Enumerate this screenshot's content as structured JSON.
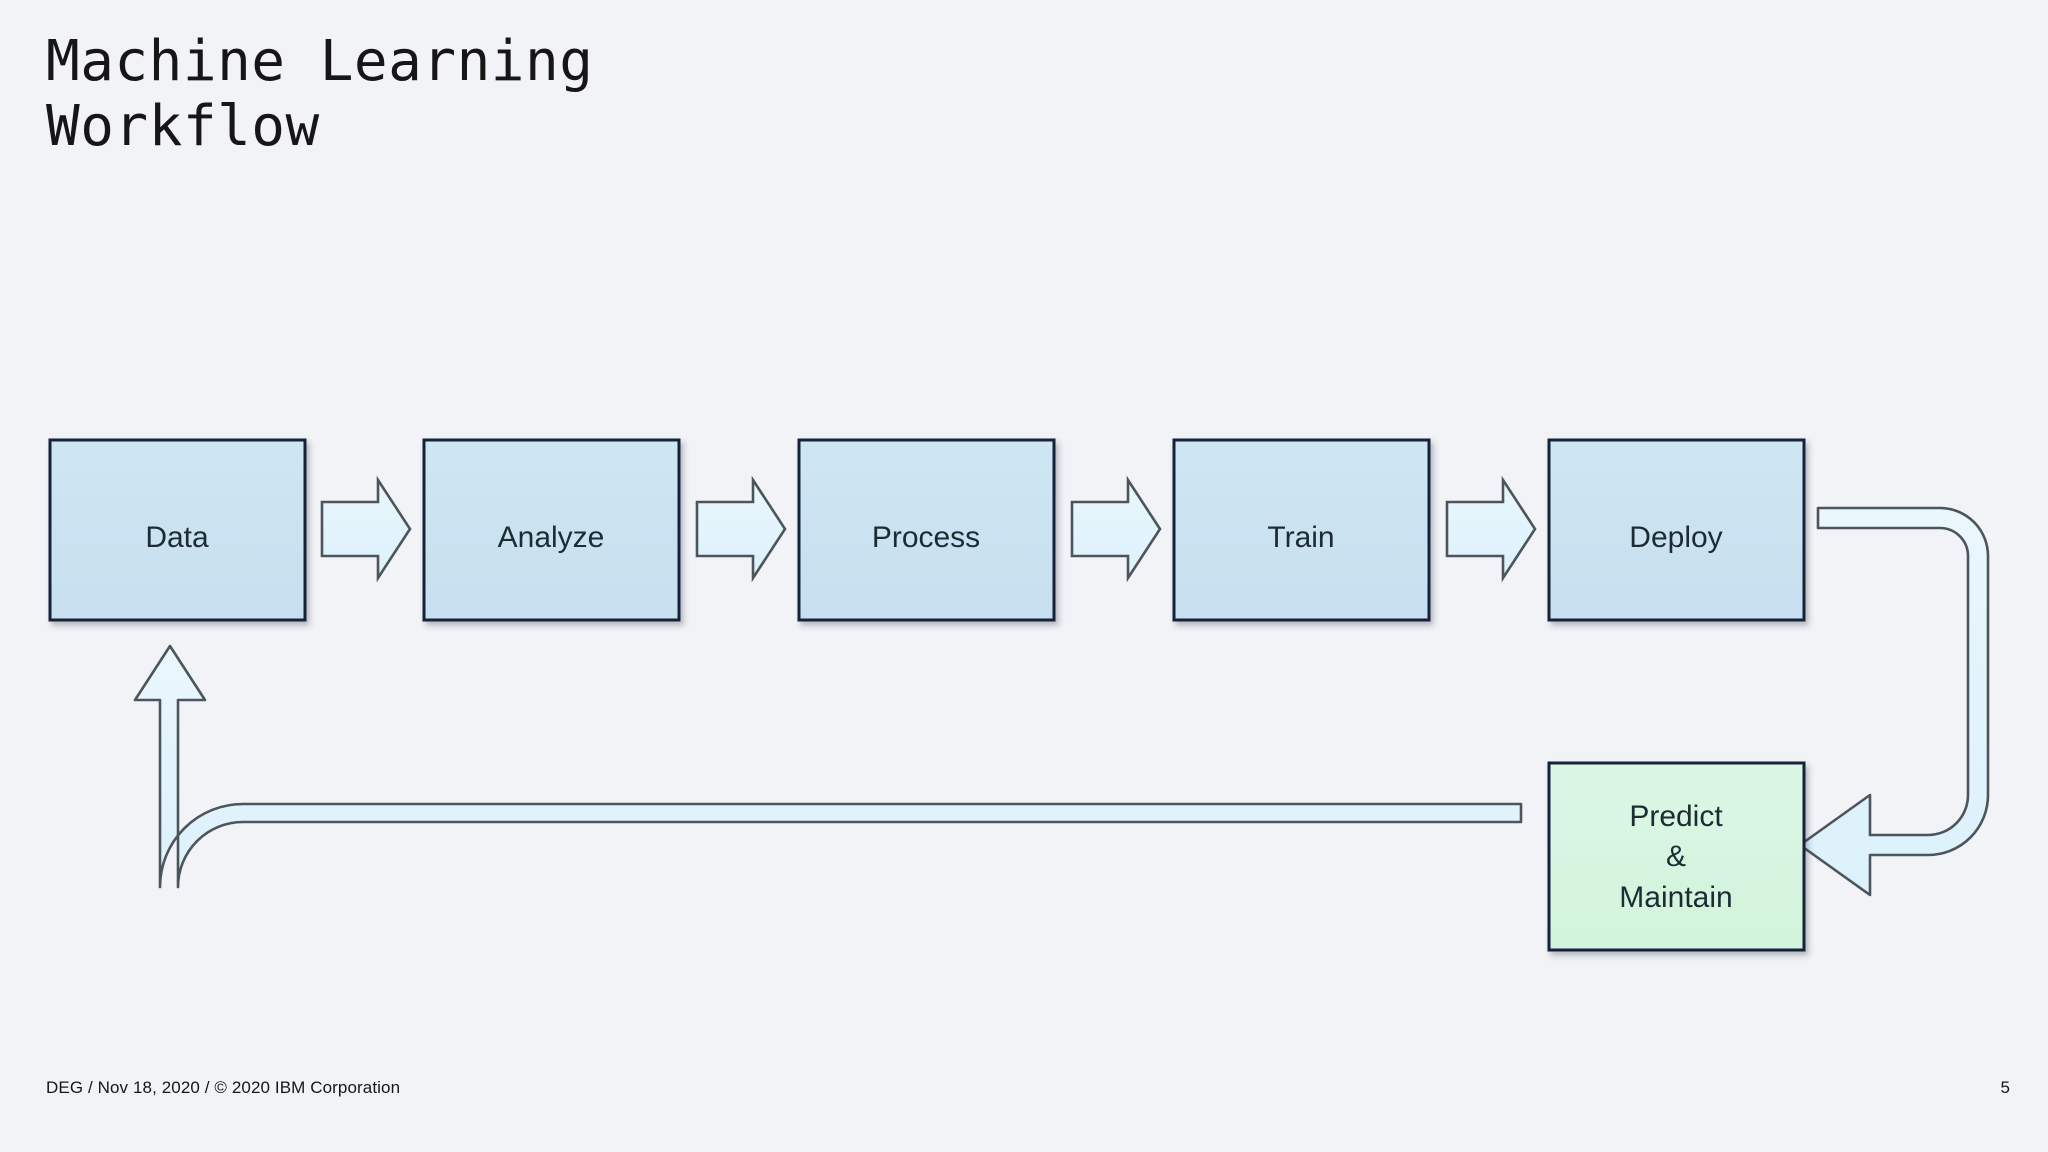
{
  "slide": {
    "title": "Machine Learning\nWorkflow",
    "background_color": "#f1f3f6"
  },
  "diagram": {
    "type": "flowchart",
    "stage_fill": "#cbe3f1",
    "stage_stroke": "#16243a",
    "terminal_fill": "#d5f5de",
    "terminal_stroke": "#16243a",
    "arrow_fill": "#e2f3fc",
    "arrow_stroke": "#4c555c",
    "nodes": [
      {
        "id": "data",
        "label": "Data",
        "kind": "stage"
      },
      {
        "id": "analyze",
        "label": "Analyze",
        "kind": "stage"
      },
      {
        "id": "process",
        "label": "Process",
        "kind": "stage"
      },
      {
        "id": "train",
        "label": "Train",
        "kind": "stage"
      },
      {
        "id": "deploy",
        "label": "Deploy",
        "kind": "stage"
      },
      {
        "id": "predict",
        "label": "Predict\n&\nMaintain",
        "kind": "terminal",
        "line1": "Predict",
        "line2": "&",
        "line3": "Maintain"
      }
    ],
    "connectors": [
      {
        "from": "data",
        "to": "analyze",
        "style": "block-arrow-right"
      },
      {
        "from": "analyze",
        "to": "process",
        "style": "block-arrow-right"
      },
      {
        "from": "process",
        "to": "train",
        "style": "block-arrow-right"
      },
      {
        "from": "train",
        "to": "deploy",
        "style": "block-arrow-right"
      },
      {
        "from": "deploy",
        "to": "predict",
        "style": "elbow-arrow-left"
      },
      {
        "from": "predict",
        "to": "data",
        "style": "elbow-arrow-up"
      }
    ]
  },
  "footer": {
    "credit": "DEG / Nov 18, 2020 / © 2020 IBM Corporation",
    "page_number": "5"
  }
}
